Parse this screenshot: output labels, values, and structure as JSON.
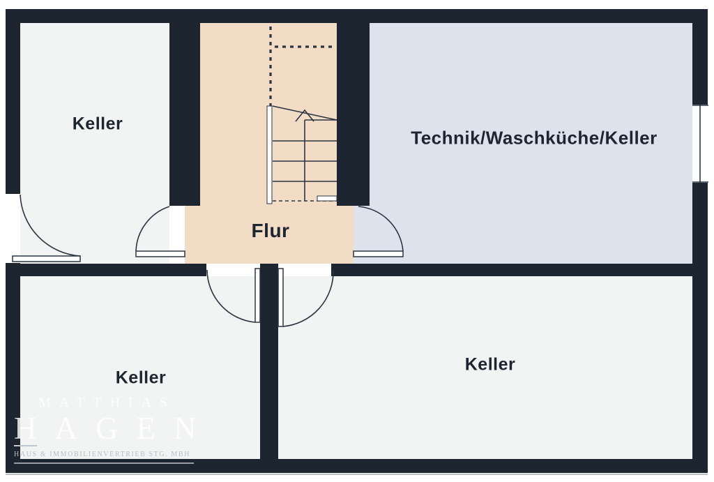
{
  "plan_type": "floorplan-basement",
  "rooms": [
    {
      "id": "keller-top-left",
      "label": "Keller"
    },
    {
      "id": "technik-waschkueche-keller",
      "label": "Technik/Waschküche/Keller"
    },
    {
      "id": "flur",
      "label": "Flur"
    },
    {
      "id": "keller-bottom-left",
      "label": "Keller"
    },
    {
      "id": "keller-bottom-right",
      "label": "Keller"
    }
  ],
  "watermark": {
    "brand_first": "MATTHIAS",
    "brand_last": "HAGEN",
    "tagline": "HAUS & IMMOBILIENVERTRIEB STG. MBH"
  },
  "colors": {
    "wall": "#1d2630",
    "line": "#2a3440",
    "room": "#f2f3f3",
    "utility_room": "#dee2ec",
    "hallway": "#f2dcc6",
    "background": "#ffffff"
  }
}
